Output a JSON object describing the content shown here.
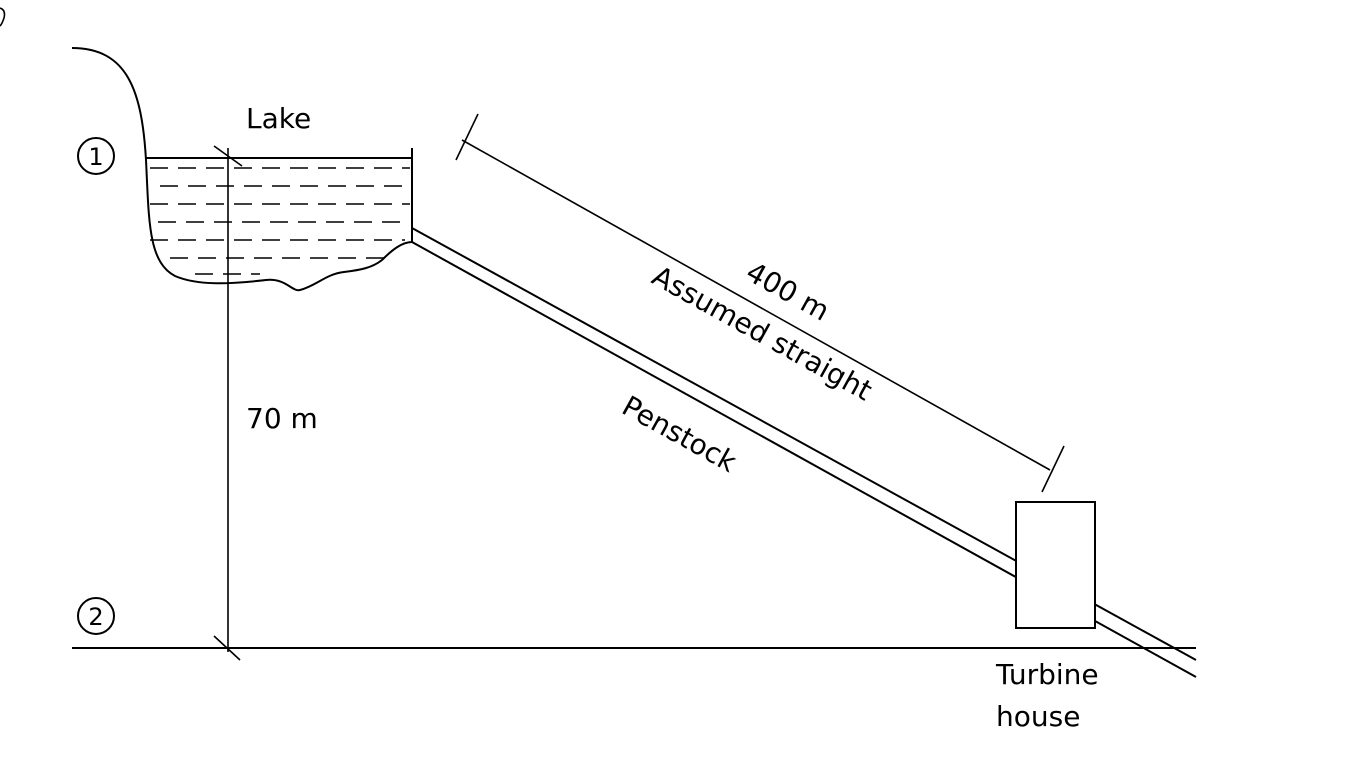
{
  "labels": {
    "lake": "Lake",
    "height": "70 m",
    "length": "400 m",
    "assumed": "Assumed straight",
    "penstock": "Penstock",
    "turbine_line1": "Turbine",
    "turbine_line2": "house",
    "point1": "1",
    "point2": "2"
  }
}
